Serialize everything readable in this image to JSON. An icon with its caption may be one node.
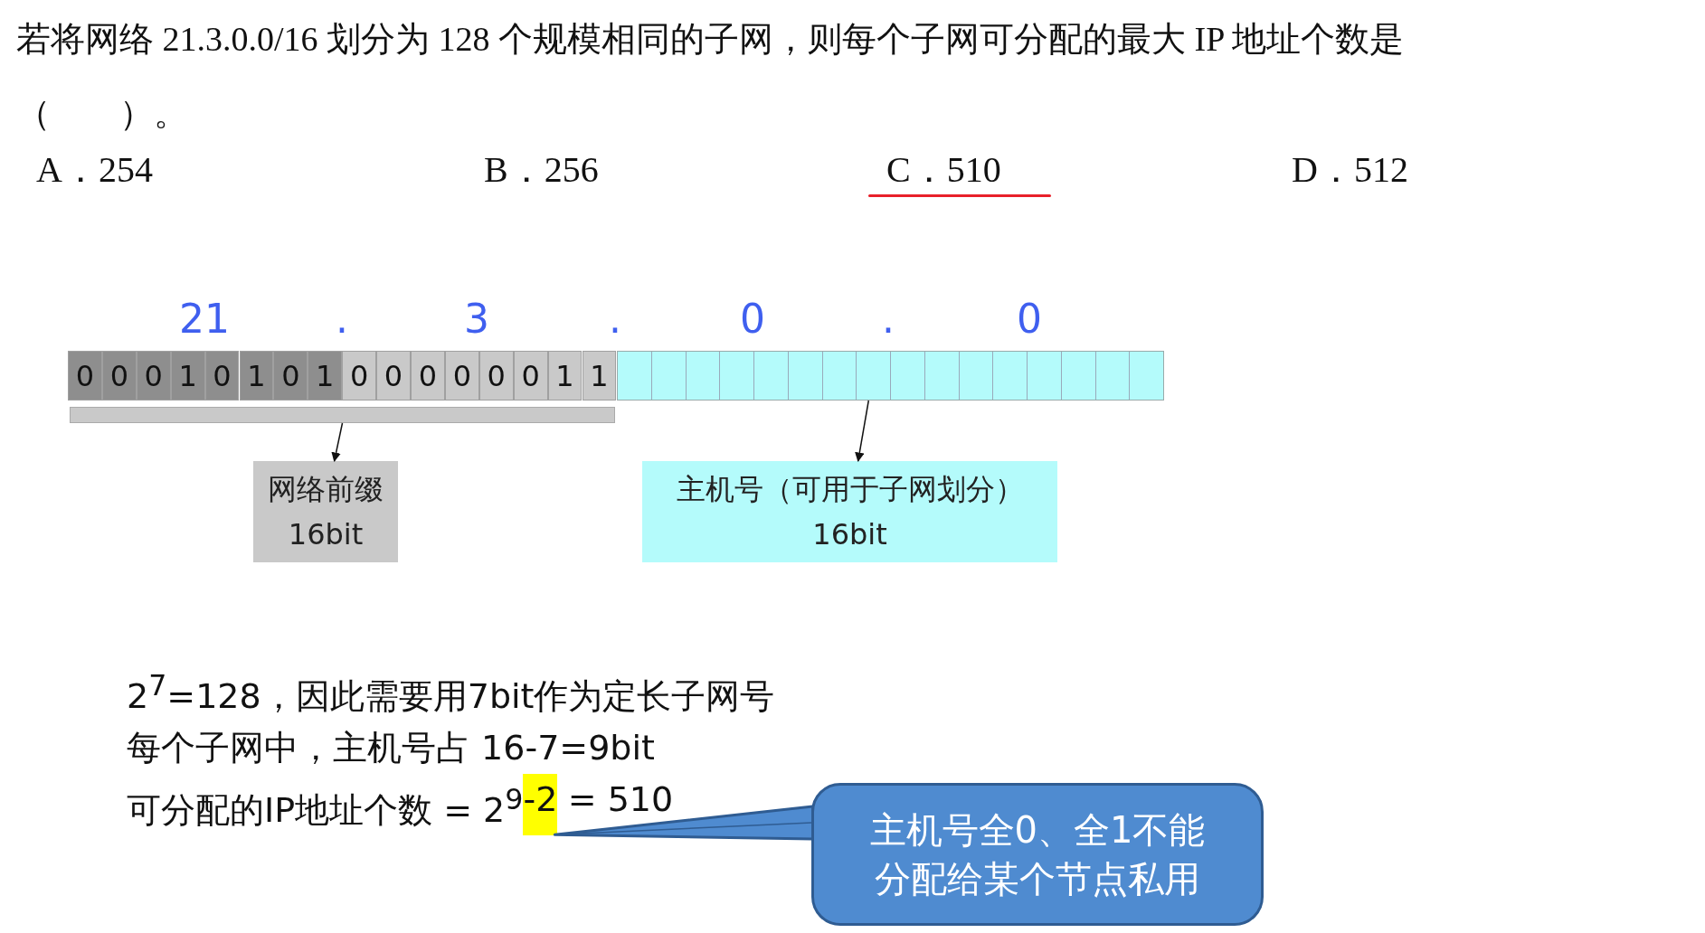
{
  "diagram": {
    "nodes": [
      {
        "text": [],
        "shape": "bar"
      },
      {
        "text": [
          "网络前缀",
          "16bit"
        ]
      },
      {
        "text": [],
        "shape": "box"
      },
      {
        "text": [
          "主机号（可用于子网划分）",
          "16bit"
        ]
      },
      {
        "text": [
          "主机号全0、全1不能分配给某个节点私用"
        ]
      },
      {
        "text": [
          "-2"
        ]
      }
    ],
    "edges": [
      {
        "from": 0,
        "to": 1,
        "arrow": "to"
      },
      {
        "from": 2,
        "to": 3,
        "arrow": "to"
      },
      {
        "from": 4,
        "to": 5,
        "arrow": "none",
        "color": "#2f5c92"
      }
    ],
    "labels": [
      "若将网络 21.3.0.0/16 划分为 128 个规模相同的子网，则每个子网可分配的最大 IP 地址个数是（　　）。",
      "A．254",
      "B．256",
      "C．510",
      "D．512",
      "21",
      ".",
      "3",
      ".",
      "0",
      ".",
      "0",
      "0",
      "0",
      "0",
      "1",
      "0",
      "1",
      "0",
      "1",
      "0",
      "0",
      "0",
      "0",
      "0",
      "0",
      "1",
      "1",
      "2$^{7}$=128，因此需要用7bit作为定长子网号",
      "每个子网中，主机号占 16-7=9bit",
      "可分配的IP地址个数 = 2$^{9}$",
      "= 510"
    ]
  }
}
